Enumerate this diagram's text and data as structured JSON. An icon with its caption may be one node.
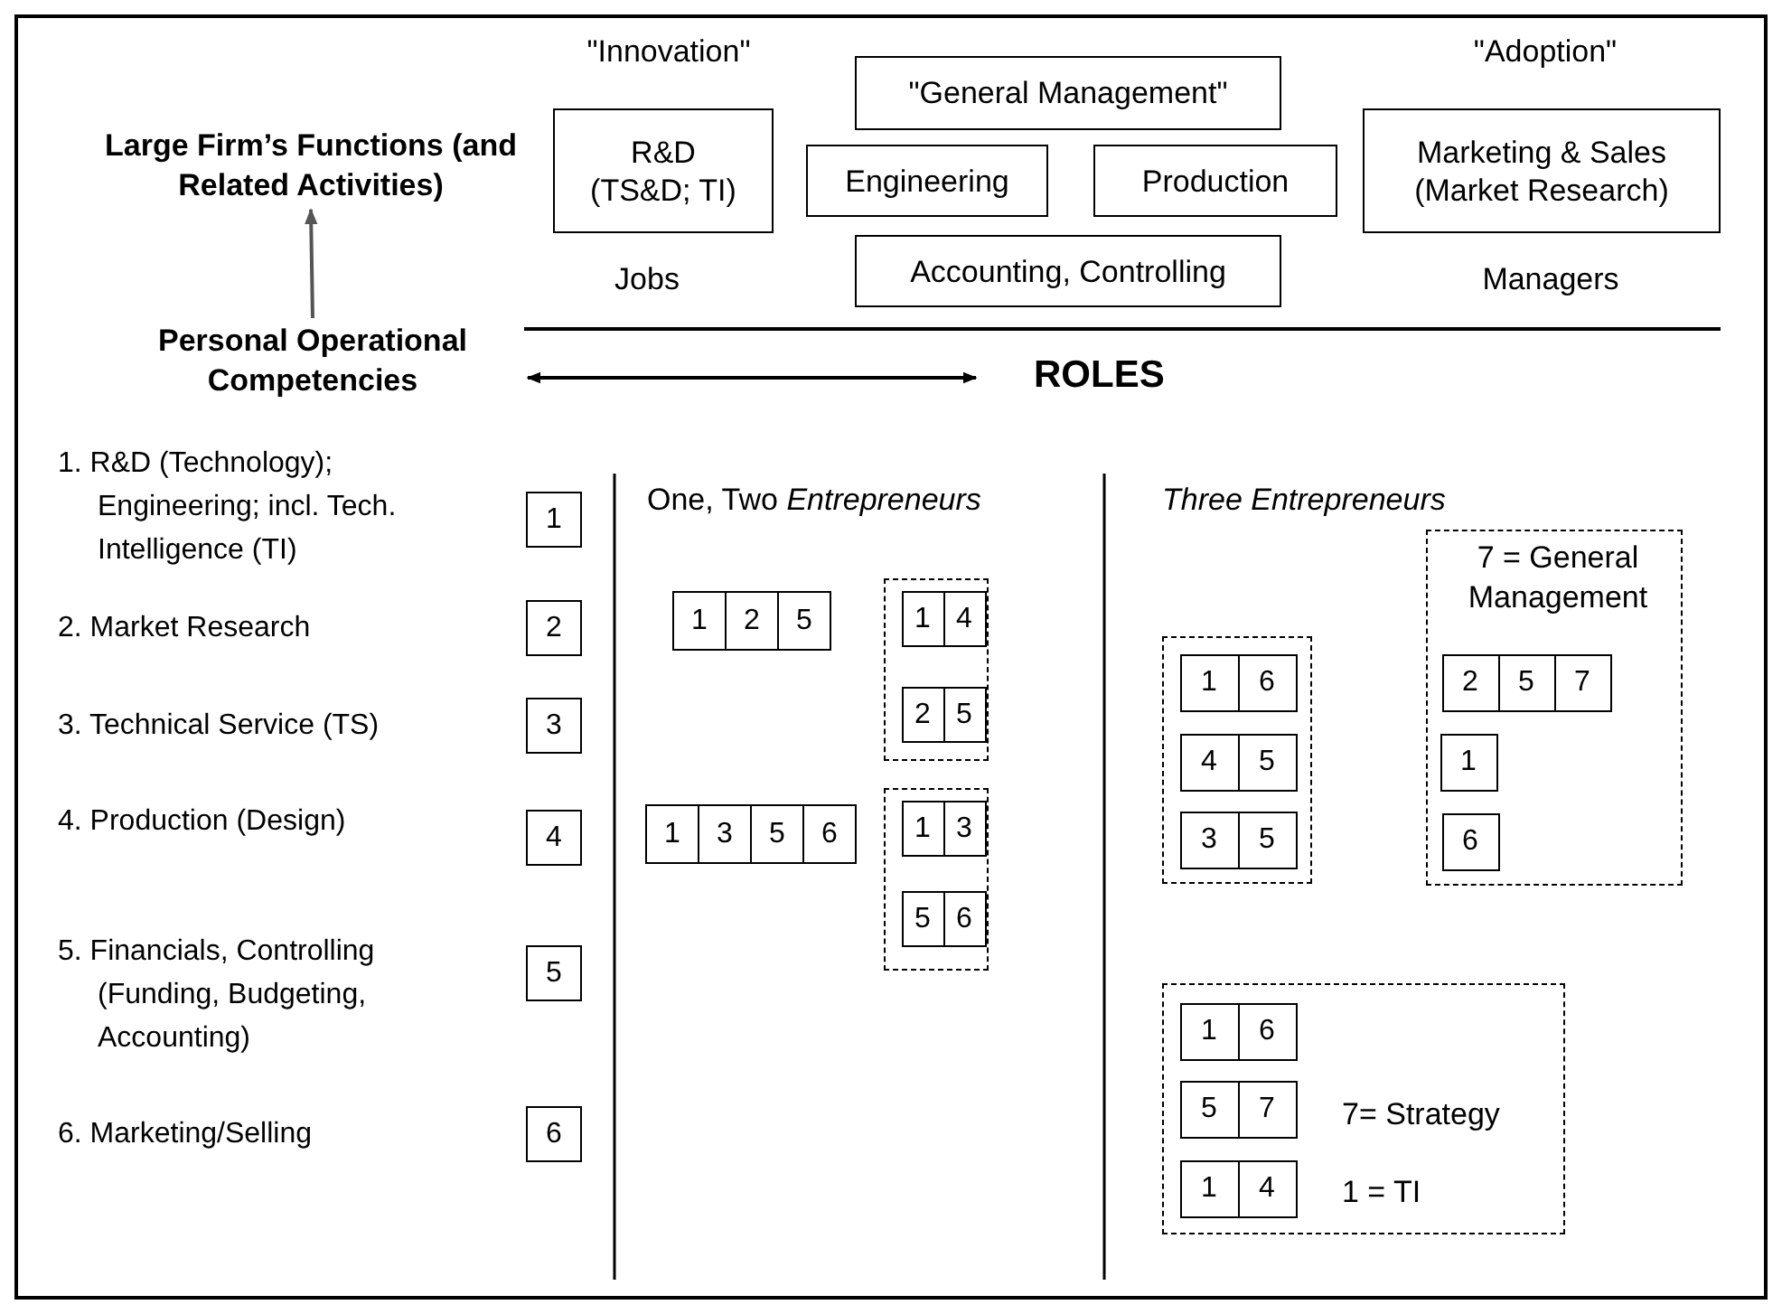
{
  "diagram": {
    "nodes": [
      {
        "text": [
          "R&D (TS&D; TI)"
        ]
      },
      {
        "text": [
          "\"General Management\""
        ]
      },
      {
        "text": [
          "Engineering"
        ]
      },
      {
        "text": [
          "Production"
        ]
      },
      {
        "text": [
          "Accounting, Controlling"
        ]
      },
      {
        "text": [
          "Marketing & Sales (Market Research)"
        ]
      },
      {
        "text": [
          "Large Firm’s Functions (and Related Activities)"
        ]
      },
      {
        "text": [
          "Personal Operational Competencies"
        ]
      },
      {
        "text": [
          "1"
        ]
      },
      {
        "text": [
          "2"
        ]
      },
      {
        "text": [
          "3"
        ]
      },
      {
        "text": [
          "4"
        ]
      },
      {
        "text": [
          "5"
        ]
      },
      {
        "text": [
          "6"
        ]
      },
      {
        "text": [
          "1"
        ]
      },
      {
        "text": [
          "2"
        ]
      },
      {
        "text": [
          "5"
        ]
      },
      {
        "text": [],
        "shape": "box"
      },
      {
        "text": [
          "1"
        ],
        "in": 17
      },
      {
        "text": [
          "4"
        ],
        "in": 17
      },
      {
        "text": [
          "2"
        ],
        "in": 17
      },
      {
        "text": [
          "5"
        ],
        "in": 17
      },
      {
        "text": [
          "1"
        ]
      },
      {
        "text": [
          "3"
        ]
      },
      {
        "text": [
          "5"
        ]
      },
      {
        "text": [
          "6"
        ]
      },
      {
        "text": [],
        "shape": "box"
      },
      {
        "text": [
          "1"
        ],
        "in": 26
      },
      {
        "text": [
          "3"
        ],
        "in": 26
      },
      {
        "text": [
          "5"
        ],
        "in": 26
      },
      {
        "text": [
          "6"
        ],
        "in": 26
      },
      {
        "text": [],
        "shape": "box"
      },
      {
        "text": [
          "1"
        ],
        "in": 31
      },
      {
        "text": [
          "6"
        ],
        "in": 31
      },
      {
        "text": [
          "4"
        ],
        "in": 31
      },
      {
        "text": [
          "5"
        ],
        "in": 31
      },
      {
        "text": [
          "3"
        ],
        "in": 31
      },
      {
        "text": [
          "5"
        ],
        "in": 31
      },
      {
        "text": [
          "7 = General Management"
        ]
      },
      {
        "text": [
          "2"
        ],
        "in": 38
      },
      {
        "text": [
          "5"
        ],
        "in": 38
      },
      {
        "text": [
          "7"
        ],
        "in": 38
      },
      {
        "text": [
          "1"
        ],
        "in": 38
      },
      {
        "text": [
          "6"
        ],
        "in": 38
      },
      {
        "text": [
          "7= Strategy",
          "1 = TI"
        ]
      },
      {
        "text": [
          "1"
        ],
        "in": 44
      },
      {
        "text": [
          "6"
        ],
        "in": 44
      },
      {
        "text": [
          "5"
        ],
        "in": 44
      },
      {
        "text": [
          "7"
        ],
        "in": 44
      },
      {
        "text": [
          "1"
        ],
        "in": 44
      },
      {
        "text": [
          "4"
        ],
        "in": 44
      }
    ],
    "edges": [
      {
        "from": 7,
        "to": 6,
        "arrow": "to"
      }
    ],
    "labels": [
      "\"Innovation\"",
      "\"Adoption\"",
      "Jobs",
      "Managers",
      "ROLES",
      "1. R&D (Technology); Engineering; incl. Tech. Intelligence (TI)",
      "2. Market Research",
      "3. Technical Service (TS)",
      "4. Production (Design)",
      "5. Financials, Controlling (Funding, Budgeting, Accounting)",
      "6. Marketing/Selling",
      "One, Two *Entrepreneurs*",
      "Three Entrepreneurs"
    ]
  }
}
